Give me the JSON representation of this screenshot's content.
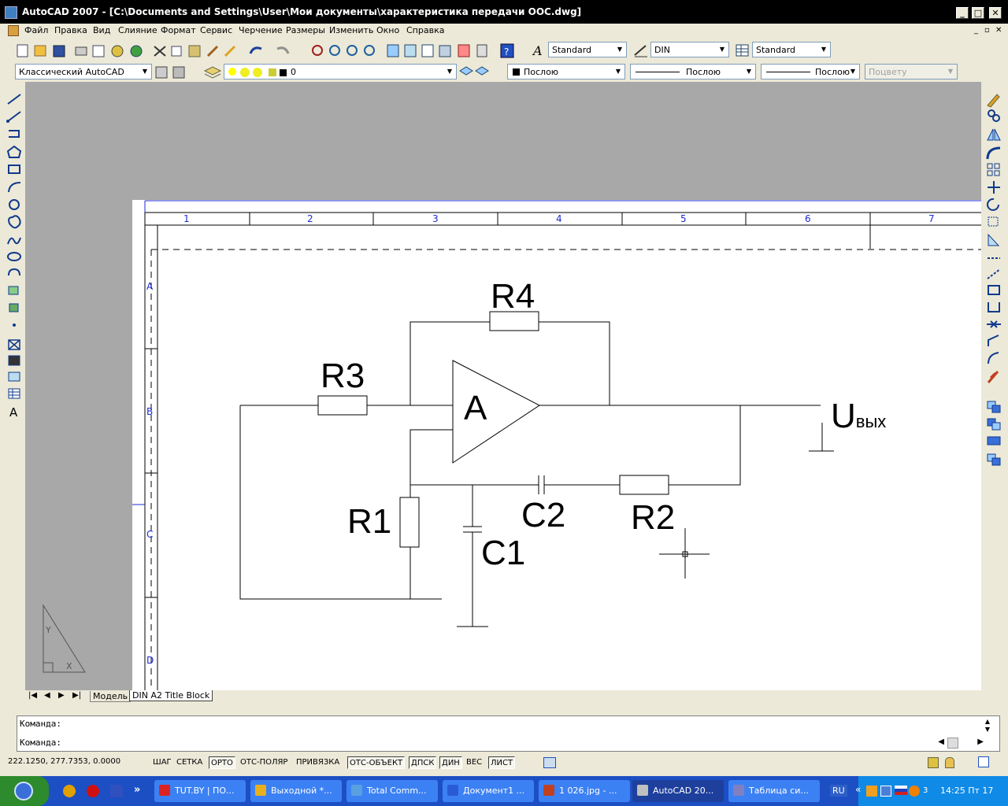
{
  "window": {
    "title": "AutoCAD 2007 - [C:\\Documents and Settings\\User\\Мои документы\\характеристика передачи ООС.dwg]",
    "min": "_",
    "max": "□",
    "close": "✕",
    "mdi_min": "_",
    "mdi_restore": "▫",
    "mdi_close": "✕"
  },
  "menu": [
    "Файл",
    "Правка",
    "Вид",
    "Слияние",
    "Формат",
    "Сервис",
    "Черчение",
    "Размеры",
    "Изменить",
    "Окно",
    "Справка"
  ],
  "toolbar": {
    "text_style": "Standard",
    "dim_style": "DIN",
    "table_style": "Standard",
    "workspace": "Классический AutoCAD",
    "layer": "0",
    "color": "Послою",
    "linetype": "Послою",
    "lineweight": "Послою",
    "plotstyle": "Поцвету"
  },
  "drawing": {
    "col_numbers": [
      "1",
      "2",
      "3",
      "4",
      "5",
      "6",
      "7"
    ],
    "row_letters": [
      "A",
      "B",
      "C",
      "D"
    ],
    "labels": {
      "r1": "R1",
      "r2": "R2",
      "r3": "R3",
      "r4": "R4",
      "c1": "C1",
      "c2": "C2",
      "amp": "A",
      "out_main": "U",
      "out_sub": "вых"
    },
    "ucs_x": "X",
    "ucs_y": "Y"
  },
  "tabs": {
    "model": "Модель",
    "layout": "DIN A2 Title Block"
  },
  "command": {
    "line1": "Команда:",
    "line2": "Команда:"
  },
  "status": {
    "coords": "222.1250, 277.7353, 0.0000",
    "buttons": [
      {
        "label": "ШАГ",
        "on": false
      },
      {
        "label": "СЕТКА",
        "on": false
      },
      {
        "label": "ОРТО",
        "on": true
      },
      {
        "label": "ОТС-ПОЛЯР",
        "on": false
      },
      {
        "label": "ПРИВЯЗКА",
        "on": false
      },
      {
        "label": "ОТС-ОБЪЕКТ",
        "on": true
      },
      {
        "label": "ДПСК",
        "on": true
      },
      {
        "label": "ДИН",
        "on": true
      },
      {
        "label": "ВЕС",
        "on": false
      },
      {
        "label": "ЛИСТ",
        "on": true
      }
    ]
  },
  "taskbar": {
    "tasks": [
      {
        "label": "TUT.BY | ПО...",
        "color": "#d22"
      },
      {
        "label": "Выходной *...",
        "color": "#e8b020"
      },
      {
        "label": "Total Comm...",
        "color": "#5aa0e0"
      },
      {
        "label": "Документ1 ...",
        "color": "#2a5bd7"
      },
      {
        "label": "1 026.jpg - ...",
        "color": "#c04020"
      },
      {
        "label": "AutoCAD 20...",
        "color": "#c0c0c0"
      },
      {
        "label": "Таблица си...",
        "color": "#8080c0"
      }
    ],
    "lang": "RU",
    "clock": "14:25 Пт 17",
    "tray_count": "3"
  }
}
